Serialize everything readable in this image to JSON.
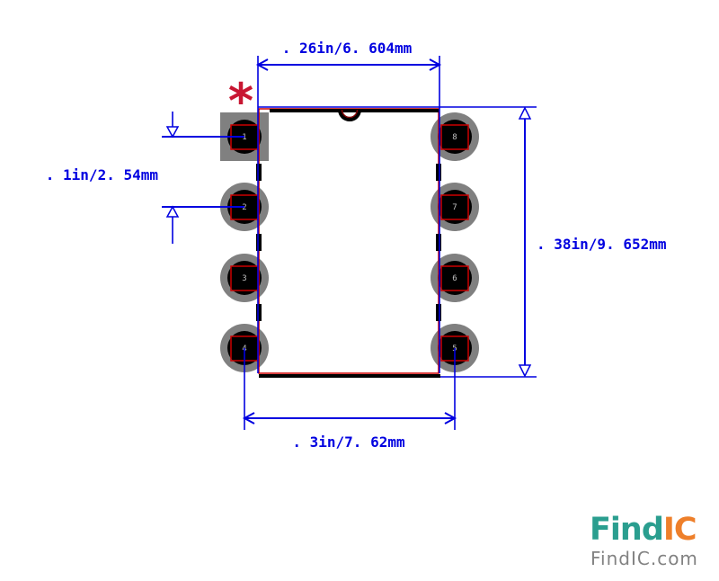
{
  "colors": {
    "dimension_blue": "#0000e0",
    "outline_red": "#cc0000",
    "dark_red": "#800000",
    "pad_gray": "#808080",
    "asterisk_red": "#c81632",
    "pin_number_color": "#c0c0c0",
    "logo_teal": "#2a9e8f",
    "logo_orange": "#ee7f2a",
    "logo_gray": "#828282"
  },
  "diagram": {
    "type": "ic-footprint-land-pattern",
    "package": "DIP-8",
    "pin1_marker": "*",
    "pads": [
      {
        "number": "1",
        "shape": "square",
        "column": "left"
      },
      {
        "number": "2",
        "shape": "round",
        "column": "left"
      },
      {
        "number": "3",
        "shape": "round",
        "column": "left"
      },
      {
        "number": "4",
        "shape": "round",
        "column": "left"
      },
      {
        "number": "5",
        "shape": "round",
        "column": "right"
      },
      {
        "number": "6",
        "shape": "round",
        "column": "right"
      },
      {
        "number": "7",
        "shape": "round",
        "column": "right"
      },
      {
        "number": "8",
        "shape": "round",
        "column": "right"
      }
    ],
    "dimensions": {
      "top": {
        "label": ". 26in/6. 604mm"
      },
      "pitch": {
        "label": ". 1in/2. 54mm"
      },
      "height": {
        "label": ". 38in/9. 652mm"
      },
      "bottom": {
        "label": ". 3in/7. 62mm"
      }
    }
  },
  "branding": {
    "logo_text_find": "Find",
    "logo_text_ic": "IC",
    "domain": "FindIC.com"
  }
}
